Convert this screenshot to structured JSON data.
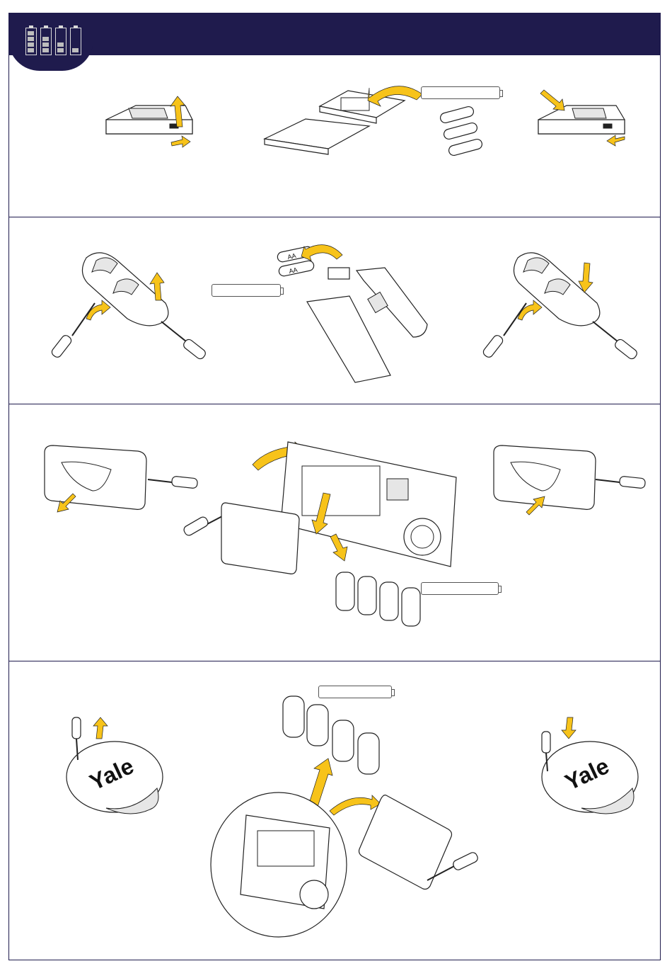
{
  "header": {
    "icon": "battery-levels-icon",
    "title": "",
    "colors": {
      "navy": "#1f1b4d",
      "accent": "#f7c31a"
    }
  },
  "sections": [
    {
      "id": "control-panel",
      "steps": [
        "remove-cover",
        "insert-batteries",
        "refit-cover"
      ],
      "battery_label": ""
    },
    {
      "id": "pir-detector",
      "steps": [
        "unscrew-and-open",
        "insert-aa-batteries",
        "close-and-screw"
      ],
      "battery_label": "",
      "cell_print": [
        "AA",
        "AA"
      ]
    },
    {
      "id": "external-siren",
      "steps": [
        "unscrew-cover",
        "insert-c-batteries",
        "refit-cover"
      ],
      "battery_label": ""
    },
    {
      "id": "internal-sounder",
      "steps": [
        "unscrew-cover",
        "insert-c-batteries",
        "refit-cover"
      ],
      "battery_label": "",
      "brand": "Yale"
    }
  ]
}
